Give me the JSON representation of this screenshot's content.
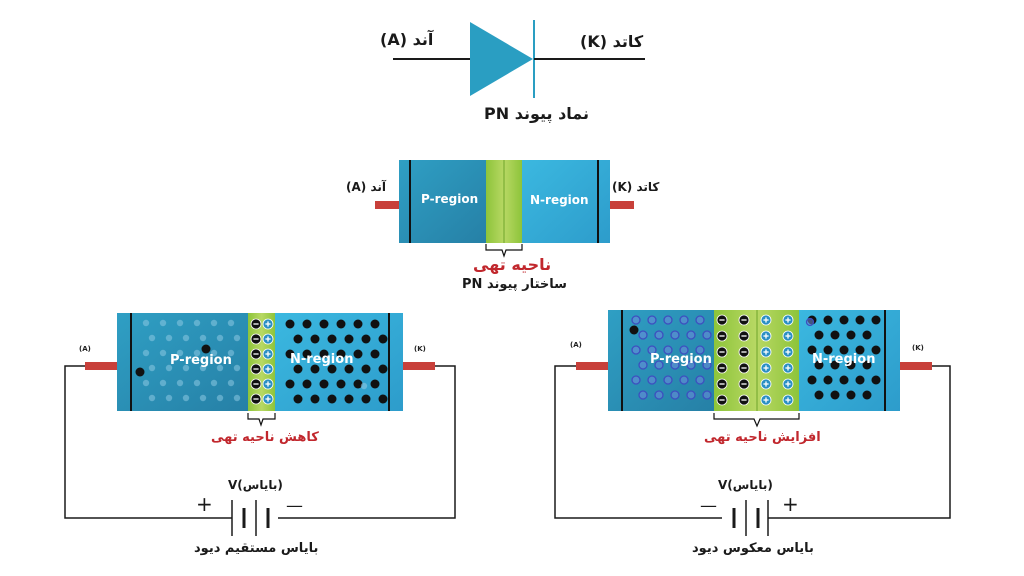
{
  "symbol": {
    "anode_label": "آند (A)",
    "cathode_label": "کاتد (K)",
    "caption": "نماد پیوند PN",
    "triangle_color": "#2a9ec2",
    "line_color": "#2a9ec2"
  },
  "structure": {
    "anode_label": "آند (A)",
    "cathode_label": "کاتد (K)",
    "p_label": "P-region",
    "n_label": "N-region",
    "depletion_label": "ناحیه تهی",
    "caption": "ساختار پیوند PN",
    "p_color": "#2b95b8",
    "n_color": "#35b3dd",
    "depletion_color": "#9ccb3b",
    "lead_color": "#c8403a"
  },
  "forward": {
    "anode_label": "(A)",
    "cathode_label": "(K)",
    "p_label": "P-region",
    "n_label": "N-region",
    "depletion_label": "کاهش ناحیه تهی",
    "bias_label": "V(بایاس)",
    "plus": "+",
    "minus": "—",
    "caption": "بایاس مستقیم دیود"
  },
  "reverse": {
    "anode_label": "(A)",
    "cathode_label": "(K)",
    "p_label": "P-region",
    "n_label": "N-region",
    "depletion_label": "افزایش ناحیه تهی",
    "bias_label": "V(بایاس)",
    "plus": "+",
    "minus": "—",
    "caption": "بایاس معکوس دیود"
  }
}
